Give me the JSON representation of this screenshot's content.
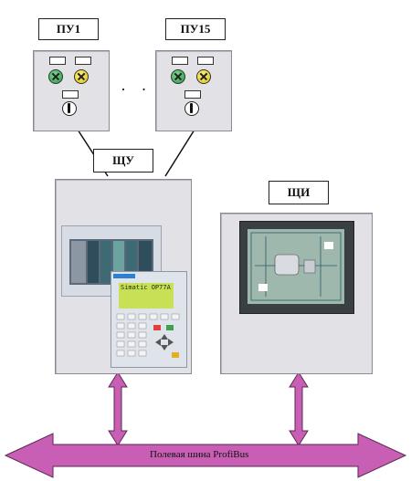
{
  "stations": [
    {
      "label": "ПУ1"
    },
    {
      "label": "ПУ15"
    }
  ],
  "ellipsis": "· · ·",
  "shu": {
    "label": "ЩУ"
  },
  "shi": {
    "label": "ЩИ"
  },
  "hmi": {
    "model": "Simatic OP77A"
  },
  "bus": {
    "label": "Полевая шина ProfiBus",
    "color": "#c85fb5"
  },
  "colors": {
    "lamp_green": "#2a9a48",
    "lamp_yellow": "#d9c21a",
    "box": "#e1e1e6",
    "arrow": "#c85fb5"
  }
}
